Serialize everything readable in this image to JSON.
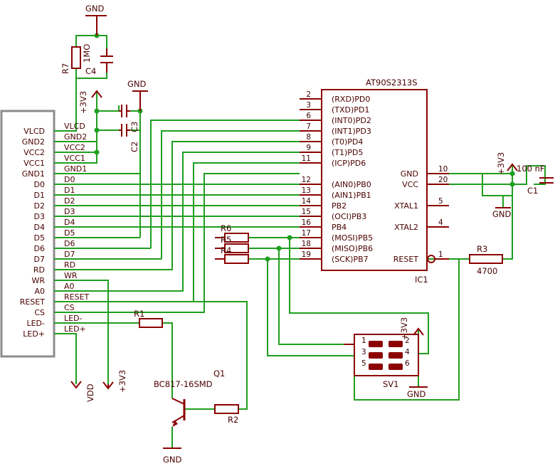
{
  "colors": {
    "wire": "#1f9e1f",
    "component": "#8b0000",
    "text": "#4a0000",
    "frame": "#8c8c8c"
  },
  "lcd_pins": [
    "VLCD",
    "GND2",
    "VCC2",
    "VCC1",
    "GND1",
    "D0",
    "D1",
    "D2",
    "D3",
    "D4",
    "D5",
    "D6",
    "D7",
    "RD",
    "WR",
    "A0",
    "RESET",
    "CS",
    "LED-",
    "LED+"
  ],
  "net_labels": [
    "VLCD",
    "GND2",
    "VCC2",
    "VCC1",
    "GND1",
    "D0",
    "D1",
    "D2",
    "D3",
    "D4",
    "D5",
    "D6",
    "D7",
    "RD",
    "WR",
    "A0",
    "RESET",
    "CS",
    "LED-",
    "LED+"
  ],
  "ic": {
    "name": "AT90S2313S",
    "ref": "IC1",
    "left_pins": [
      {
        "num": "2",
        "name": "(RXD)PD0"
      },
      {
        "num": "3",
        "name": "(TXD)PD1"
      },
      {
        "num": "6",
        "name": "(INT0)PD2"
      },
      {
        "num": "7",
        "name": "(INT1)PD3"
      },
      {
        "num": "8",
        "name": "(T0)PD4"
      },
      {
        "num": "9",
        "name": "(T1)PD5"
      },
      {
        "num": "11",
        "name": "(ICP)PD6"
      },
      {
        "num": "12",
        "name": "(AIN0)PB0"
      },
      {
        "num": "13",
        "name": "(AIN1)PB1"
      },
      {
        "num": "14",
        "name": "PB2"
      },
      {
        "num": "15",
        "name": "(OCI)PB3"
      },
      {
        "num": "16",
        "name": "PB4"
      },
      {
        "num": "17",
        "name": "(MOSI)PB5"
      },
      {
        "num": "18",
        "name": "(MISO)PB6"
      },
      {
        "num": "19",
        "name": "(SCK)PB7"
      }
    ],
    "right_pins": [
      {
        "num": "10",
        "name": "GND"
      },
      {
        "num": "20",
        "name": "VCC"
      },
      {
        "num": "5",
        "name": "XTAL1"
      },
      {
        "num": "4",
        "name": "XTAL2"
      },
      {
        "num": "1",
        "name": "RESET"
      }
    ]
  },
  "components": {
    "r7": "R7",
    "r7_value": "1MO",
    "c4": "C4",
    "c3": "C3",
    "c2": "C2",
    "c1": "C1",
    "c1_value": "100 nF",
    "r1": "R1",
    "r2": "R2",
    "r3": "R3",
    "r3_value": "4700",
    "r4": "R4",
    "r5": "R5",
    "r6": "R6",
    "q1": "Q1",
    "q1_type": "BC817-16SMD",
    "sv1": "SV1",
    "sv1_pins": [
      "1",
      "2",
      "3",
      "4",
      "5",
      "6"
    ]
  },
  "supplies": {
    "gnd": "GND",
    "v33": "+3V3",
    "vdd": "VDD"
  }
}
